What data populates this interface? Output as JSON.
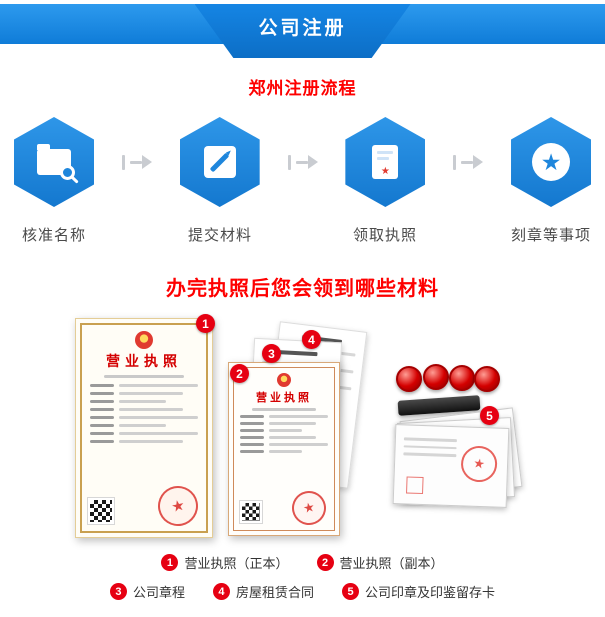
{
  "header": {
    "title": "公司注册"
  },
  "process": {
    "heading": "郑州注册流程",
    "steps": [
      {
        "label": "核准名称",
        "icon": "folder-search-icon"
      },
      {
        "label": "提交材料",
        "icon": "edit-icon"
      },
      {
        "label": "领取执照",
        "icon": "license-doc-icon"
      },
      {
        "label": "刻章等事项",
        "icon": "star-circle-icon"
      }
    ]
  },
  "materials": {
    "heading": "办完执照后您会领到哪些材料",
    "license_title": "营业执照",
    "badges": [
      "1",
      "2",
      "3",
      "4",
      "5"
    ],
    "legend": [
      {
        "num": "1",
        "label": "营业执照（正本）"
      },
      {
        "num": "2",
        "label": "营业执照（副本）"
      },
      {
        "num": "3",
        "label": "公司章程"
      },
      {
        "num": "4",
        "label": "房屋租赁合同"
      },
      {
        "num": "5",
        "label": "公司印章及印鉴留存卡"
      }
    ]
  },
  "colors": {
    "accent_blue": "#1e86dc",
    "heading_red": "#fe0000",
    "badge_red": "#e60012"
  }
}
